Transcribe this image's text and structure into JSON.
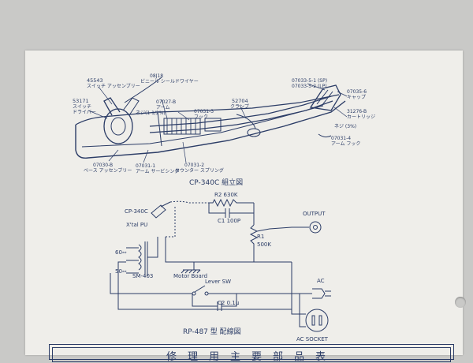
{
  "assembly": {
    "caption": "CP-340C 組立図",
    "labels": {
      "switch_assembly_no": "45543",
      "switch_assembly": "スイッチ アッセンブリー",
      "vinyl_wire_no": "08J18",
      "vinyl_wire": "ビニール シールドワイヤー",
      "switch_driver_no": "53171",
      "switch_driver_1": "スイッチ",
      "switch_driver_2": "ドライバー",
      "arm_no": "07027-B",
      "arm": "アーム",
      "screw": "ネジ(1 1/2%)",
      "hook_no": "07031-3",
      "hook": "フック",
      "clamp_no": "52704",
      "clamp": "クランプ",
      "sp_no": "07033-5-1 (SP)",
      "lp_no": "07033-5-2 (LP)",
      "cartridge_cap_no": "07035-6",
      "cartridge_cap": "キャップ",
      "cartridge_no": "31276-B",
      "cartridge": "カートリッジ",
      "screw_right": "ネジ (3%)",
      "arm_hook_no": "07031-4",
      "arm_hook": "アーム フック",
      "base_assembly_no": "07030-B",
      "base_assembly": "ベース アッセンブリー",
      "arm_bushing_no": "07031-1",
      "arm_bushing": "アーム サービシング",
      "balance_spring_no": "07031-2",
      "balance_spring": "カウンター スプリング"
    }
  },
  "wiring": {
    "caption": "RP-487 型 配線図",
    "labels": {
      "cp": "CP-340C",
      "xtal": "X'tal PU",
      "r2": "R2 630K",
      "c1": "C1 100P",
      "output": "OUTPUT",
      "r1": "R1",
      "r1_value": "500K",
      "hz60": "60∾",
      "hz50": "50∾",
      "motor": "SM-403",
      "motor_board": "Motor Board",
      "lever": "Lever SW",
      "c2": "C2 0.1μ",
      "ac": "AC",
      "ac_socket": "AC SOCKET"
    }
  },
  "parts_table": {
    "title": "修理用主要部品表"
  }
}
